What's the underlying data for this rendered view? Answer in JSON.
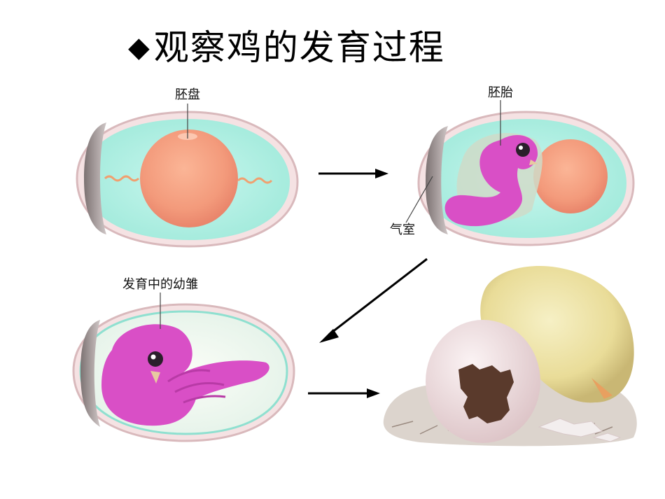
{
  "title": {
    "bullet": "◆",
    "text": "观察鸡的发育过程"
  },
  "labels": {
    "embryo_disc": "胚盘",
    "embryo": "胚胎",
    "air_cell": "气室",
    "developing_chick": "发育中的幼雏"
  },
  "colors": {
    "egg_fluid": "#aef0e3",
    "egg_shell": "#f3dede",
    "yolk": "#f59a7c",
    "embryo": "#d94fc6",
    "chick": "#efe7a5"
  }
}
